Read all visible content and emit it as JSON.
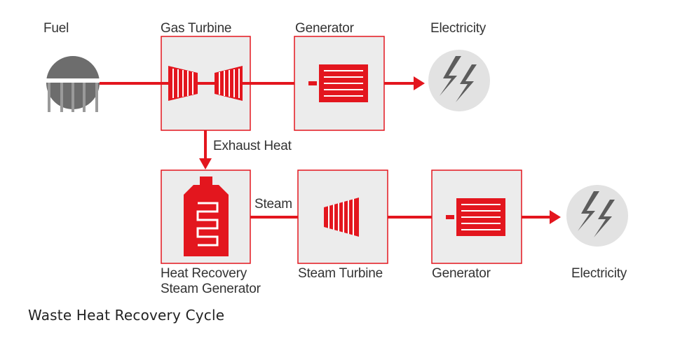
{
  "labels": {
    "fuel": "Fuel",
    "gas_turbine": "Gas Turbine",
    "generator_top": "Generator",
    "electricity_top": "Electricity",
    "exhaust_heat": "Exhaust Heat",
    "steam": "Steam",
    "hrsg_line1": "Heat Recovery",
    "hrsg_line2": "Steam Generator",
    "steam_turbine": "Steam Turbine",
    "generator_bottom": "Generator",
    "electricity_bottom": "Electricity"
  },
  "caption": "Waste Heat Recovery Cycle",
  "colors": {
    "accent": "#e3161e",
    "box_fill": "#ececec",
    "fuel_tank": "#6d6d6d",
    "lightning_bg": "#e2e2e2",
    "lightning": "#5c5c5c"
  },
  "icons": {
    "fuel": "fuel-tank-icon",
    "gas_turbine": "gas-turbine-icon",
    "generator": "generator-icon",
    "electricity": "lightning-icon",
    "hrsg": "boiler-icon",
    "steam_turbine": "steam-turbine-icon"
  }
}
